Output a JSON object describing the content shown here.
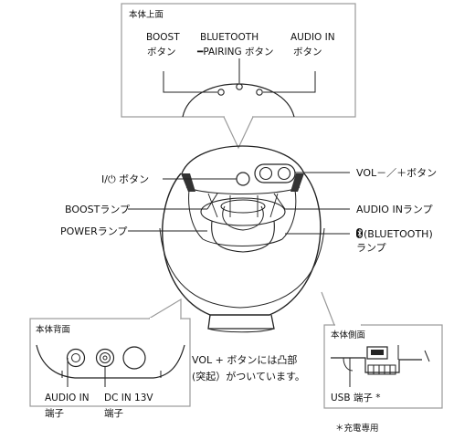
{
  "callouts": {
    "top": {
      "title": "本体上面",
      "boost_l1": "BOOST",
      "boost_l2": "ボタン",
      "bt_l1": "BLUETOOTH",
      "bt_l2": "━PAIRING ボタン",
      "audio_l1": "AUDIO IN",
      "audio_l2": "ボタン"
    },
    "back": {
      "title": "本体背面",
      "audio_l1": "AUDIO IN",
      "audio_l2": "端子",
      "dc_l1": "DC IN 13V",
      "dc_l2": "端子"
    },
    "side": {
      "title": "本体側面",
      "usb": "USB 端子 *"
    }
  },
  "labels": {
    "power_button": "I/⏻ ボタン",
    "boost_lamp": "BOOSTランプ",
    "power_lamp": "POWERランプ",
    "vol_buttons": "VOL－／＋ボタン",
    "audio_lamp": "AUDIO INランプ",
    "bt_lamp_l1": "(BLUETOOTH)",
    "bt_lamp_l2": "ランプ"
  },
  "notes": {
    "vol_l1": "VOL + ボタンには凸部",
    "vol_l2": "(突起）がついています。",
    "charge": "＊充電専用"
  },
  "icons": [
    "bluetooth-icon",
    "power-icon",
    "usb-plug-icon"
  ]
}
